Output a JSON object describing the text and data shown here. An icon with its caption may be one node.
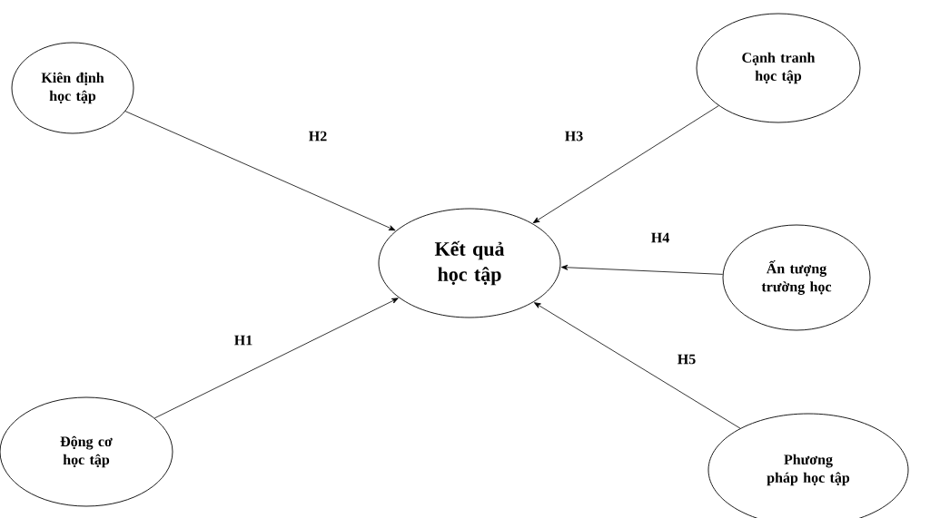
{
  "diagram": {
    "nodes": [
      {
        "text": [
          "Kiên định học tập"
        ]
      },
      {
        "text": [
          "Cạnh tranh học tập"
        ]
      },
      {
        "text": [
          "Kết quả học tập"
        ]
      },
      {
        "text": [
          "Ấn tượng trường học"
        ]
      },
      {
        "text": [
          "Động cơ học tập"
        ]
      },
      {
        "text": [
          "Phương pháp học tập"
        ]
      }
    ],
    "edges": [
      {
        "from": 0,
        "to": 2,
        "arrow": "to",
        "label": "H2"
      },
      {
        "from": 1,
        "to": 2,
        "arrow": "to",
        "label": "H3"
      },
      {
        "from": 3,
        "to": 2,
        "arrow": "to",
        "label": "H4"
      },
      {
        "from": 4,
        "to": 2,
        "arrow": "to",
        "label": "H1"
      },
      {
        "from": 5,
        "to": 2,
        "arrow": "to",
        "label": "H5"
      }
    ]
  }
}
